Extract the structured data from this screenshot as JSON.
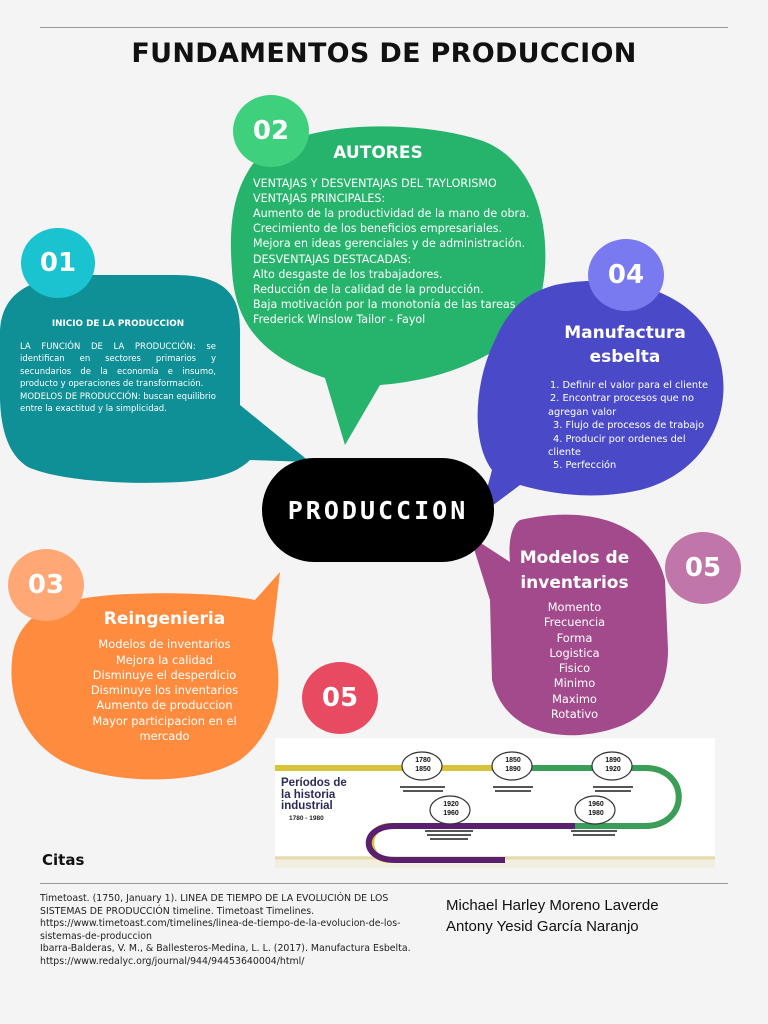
{
  "title": "FUNDAMENTOS DE PRODUCCION",
  "center": "PRODUCCION",
  "colors": {
    "teal": "#0f8f96",
    "teal_num": "#19c3cf",
    "green": "#26b36b",
    "green_num": "#3fd07d",
    "blue": "#4a4ac9",
    "blue_num": "#7a7af0",
    "purple": "#a34a8c",
    "purple_num": "#c076a8",
    "orange": "#ff8c3e",
    "orange_num": "#ffa876",
    "red_num": "#e84a62"
  },
  "node01": {
    "number": "01",
    "heading": "INICIO DE LA PRODUCCION",
    "p1": "LA FUNCIÓN DE LA PRODUCCIÓN: se identifican en sectores primarios y secundarios de la economía e insumo, producto y operaciones de transformación.",
    "p2": "MODELOS DE PRODUCCIÓN: buscan equilibrio entre la exactitud y la simplicidad."
  },
  "node02": {
    "number": "02",
    "heading": "AUTORES",
    "lines": [
      "VENTAJAS Y DESVENTAJAS DEL TAYLORISMO",
      "VENTAJAS PRINCIPALES:",
      "Aumento de la productividad de la mano de obra.",
      "Crecimiento de los beneficios empresariales.",
      "Mejora en ideas gerenciales y de administración.",
      "DESVENTAJAS DESTACADAS:",
      "Alto desgaste de los trabajadores.",
      "Reducción de la calidad de la producción.",
      "Baja motivación por la monotonía de las tareas",
      "Frederick Winslow Tailor - Fayol"
    ]
  },
  "node03": {
    "number": "03",
    "heading": "Reingenieria",
    "lines": [
      "Modelos de inventarios",
      "Mejora la calidad",
      "Disminuye el desperdicio",
      "Disminuye los inventarios",
      "Aumento de produccion",
      "Mayor participacion en el",
      "mercado"
    ]
  },
  "node04": {
    "number": "04",
    "heading1": "Manufactura",
    "heading2": "esbelta",
    "lines": [
      "1. Definir el valor para el cliente",
      "2. Encontrar procesos que no",
      "agregan valor",
      "3. Flujo de procesos de trabajo",
      "4. Producir por ordenes del",
      "cliente",
      "5. Perfección"
    ]
  },
  "node05a": {
    "number": "05",
    "heading1": "Modelos de",
    "heading2": "inventarios",
    "lines": [
      "Momento",
      "Frecuencia",
      "Forma",
      "Logistica",
      "Fisico",
      "Minimo",
      "Maximo",
      "Rotativo"
    ]
  },
  "node05b": {
    "number": "05"
  },
  "timeline": {
    "title1": "Períodos de",
    "title2": "la historia",
    "title3": "industrial",
    "range": "1780 - 1980",
    "periods": [
      "1780 1850",
      "1850 1890",
      "1890 1920",
      "1920 1960",
      "1960 1980"
    ]
  },
  "citas": {
    "title": "Citas",
    "lines": [
      "Timetoast. (1750, January 1). LINEA DE TIEMPO DE LA EVOLUCIÓN DE LOS",
      "SISTEMAS DE PRODUCCIÓN timeline. Timetoast Timelines.",
      "https://www.timetoast.com/timelines/linea-de-tiempo-de-la-evolucion-de-los-",
      "sistemas-de-produccion",
      "Ibarra-Balderas, V. M., & Ballesteros-Medina, L. L. (2017). Manufactura Esbelta.",
      "https://www.redalyc.org/journal/944/94453640004/html/"
    ]
  },
  "authors": [
    "Michael Harley Moreno Laverde",
    "Antony Yesid García Naranjo"
  ]
}
